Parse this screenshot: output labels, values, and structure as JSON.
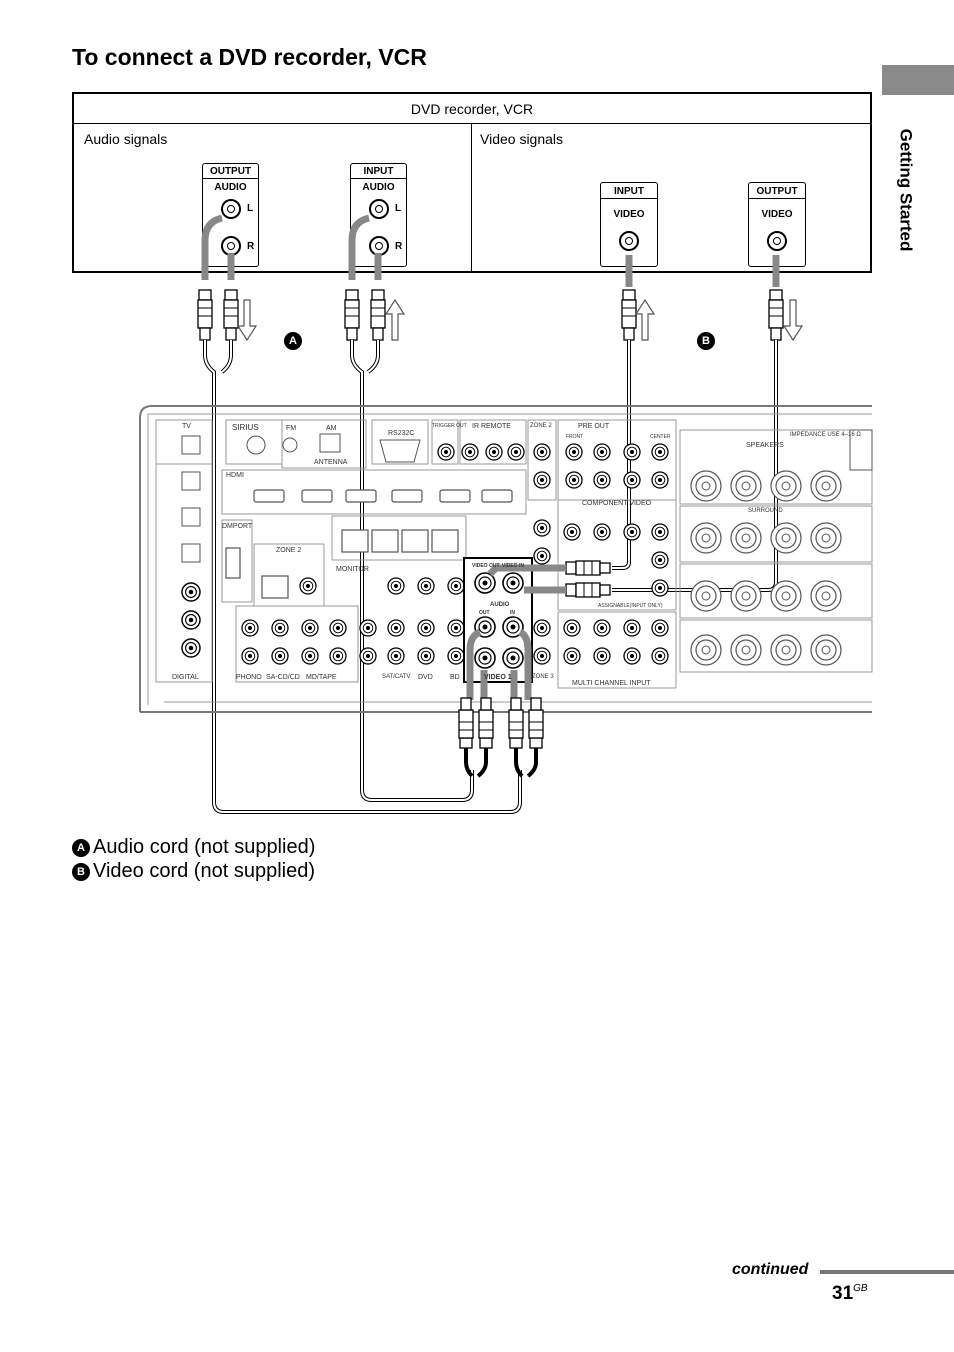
{
  "page": {
    "title": "To connect a DVD recorder, VCR",
    "side_tab_label": "Getting Started",
    "continued": "continued",
    "page_number": "31",
    "page_suffix": "GB"
  },
  "device_box": {
    "header": "DVD recorder, VCR",
    "audio_label": "Audio signals",
    "video_label": "Video signals",
    "ports": {
      "audio_output": {
        "top": "OUTPUT",
        "sub": "AUDIO",
        "left": "L",
        "right": "R"
      },
      "audio_input": {
        "top": "INPUT",
        "sub": "AUDIO",
        "left": "L",
        "right": "R"
      },
      "video_input": {
        "top": "INPUT",
        "sub": "VIDEO"
      },
      "video_output": {
        "top": "OUTPUT",
        "sub": "VIDEO"
      }
    }
  },
  "badges": {
    "a": "A",
    "b": "B"
  },
  "receiver": {
    "labels": {
      "tv": "TV",
      "sirius": "SIRIUS",
      "fm": "FM",
      "am": "AM",
      "antenna": "ANTENNA",
      "rs232c": "RS232C",
      "trigger": "TRIGGER OUT",
      "ir_remote": "IR REMOTE",
      "zone2": "ZONE 2",
      "pre_out": "PRE OUT",
      "speakers": "SPEAKERS",
      "impedance": "IMPEDANCE USE 4–16 Ω",
      "hdmi": "HDMI",
      "component": "COMPONENT VIDEO",
      "dmport": "DMPORT",
      "monitor": "MONITOR",
      "digital": "DIGITAL",
      "phono": "PHONO",
      "sacd": "SA-CD/CD",
      "mdtape": "MD/TAPE",
      "satcatv": "SAT/CATV",
      "dvd": "DVD",
      "bd": "BD",
      "video1": "VIDEO 1",
      "zone3": "ZONE 3",
      "multi_ch": "MULTI CHANNEL INPUT",
      "video_out": "VIDEO OUT",
      "video_in": "VIDEO IN",
      "audio": "AUDIO",
      "out": "OUT",
      "in": "IN",
      "front": "FRONT",
      "center": "CENTER",
      "surround": "SURROUND",
      "assignable": "ASSIGNABLE(INPUT ONLY)"
    }
  },
  "legend": {
    "a": {
      "badge": "A",
      "text": "Audio cord (not supplied)"
    },
    "b": {
      "badge": "B",
      "text": "Video cord (not supplied)"
    }
  }
}
